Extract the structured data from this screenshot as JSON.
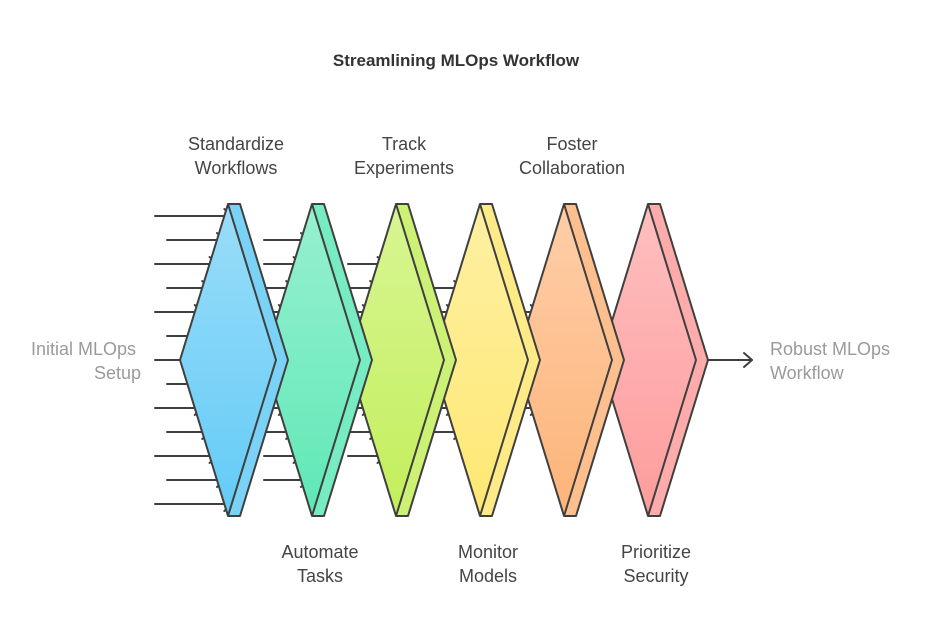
{
  "title": "Streamlining MLOps Workflow",
  "input": {
    "line1": "Initial MLOps",
    "line2": "Setup"
  },
  "output": {
    "line1": "Robust MLOps",
    "line2": "Workflow"
  },
  "stages": [
    {
      "line1": "Standardize",
      "line2": "Workflows",
      "label_position": "top",
      "color": "#63cbf6",
      "arrow_count": 13
    },
    {
      "line1": "Automate",
      "line2": "Tasks",
      "label_position": "bottom",
      "color": "#5fe8b6",
      "arrow_count": 11
    },
    {
      "line1": "Track",
      "line2": "Experiments",
      "label_position": "top",
      "color": "#c3ef5b",
      "arrow_count": 9
    },
    {
      "line1": "Monitor",
      "line2": "Models",
      "label_position": "bottom",
      "color": "#fee872",
      "arrow_count": 7
    },
    {
      "line1": "Foster",
      "line2": "Collaboration",
      "label_position": "top",
      "color": "#fdb479",
      "arrow_count": 5
    },
    {
      "line1": "Prioritize",
      "line2": "Security",
      "label_position": "bottom",
      "color": "#fe9c9c",
      "arrow_count": 3
    }
  ]
}
